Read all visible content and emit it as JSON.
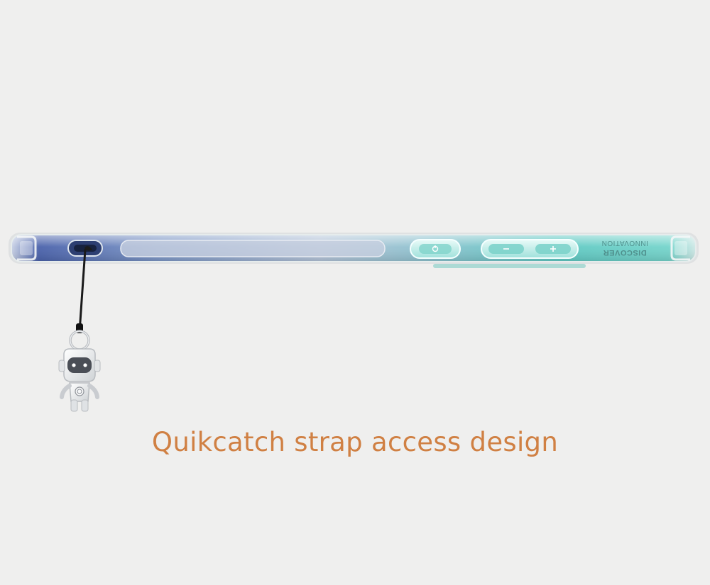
{
  "caption": "Quikcatch strap access design",
  "case_print": {
    "line1": "DISCOVER",
    "line2": "INNOVATION"
  },
  "colors": {
    "background": "#efefee",
    "caption": "#d08043",
    "gradient_start": "#3f5fa6",
    "gradient_end": "#63d0c8"
  },
  "icons": {
    "power_button": "power-icon",
    "volume_down": "minus-icon",
    "volume_up": "plus-icon",
    "charm": "astronaut-charm-icon"
  }
}
